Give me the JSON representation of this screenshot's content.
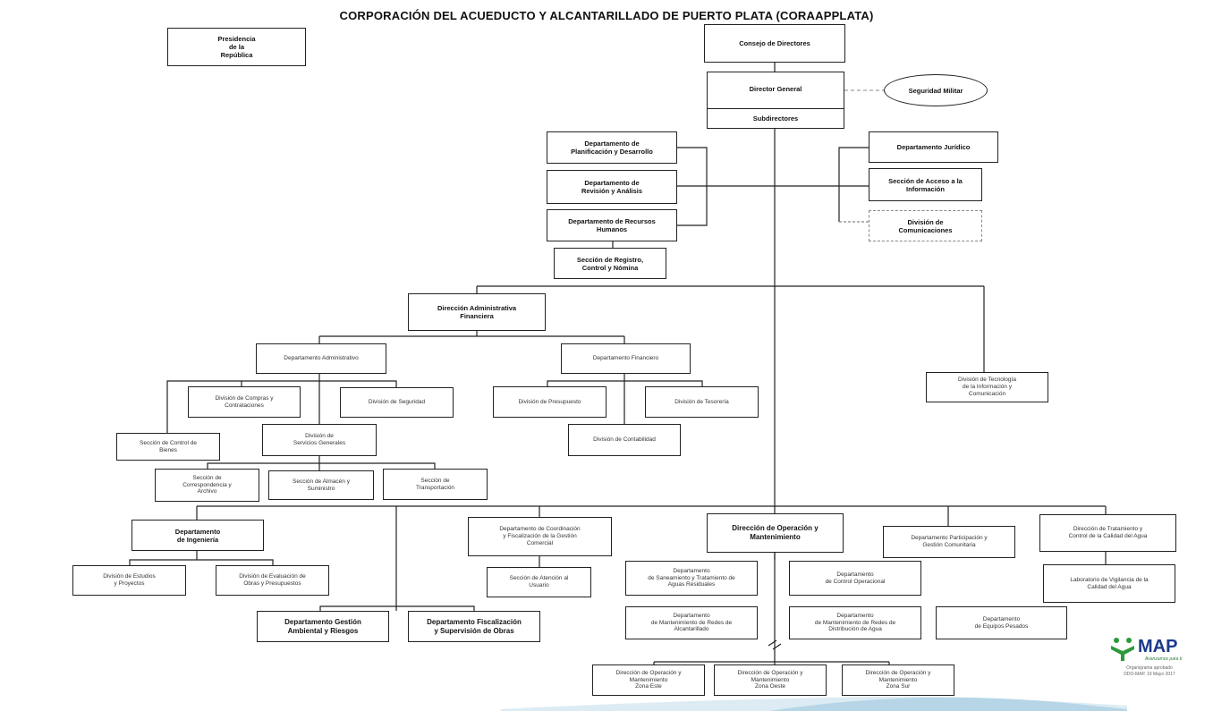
{
  "title": "CORPORACIÓN DEL ACUEDUCTO Y ALCANTARILLADO DE PUERTO PLATA (CORAAPPLATA)",
  "boxes": {
    "presidencia": "Presidencia\nde la\nRepública",
    "consejo": "Consejo de Directores",
    "director": "Director General",
    "subdirectores": "Subdirectores",
    "seguridad_militar": "Seguridad Militar",
    "planificacion": "Departamento de\nPlanificación y Desarrollo",
    "revision": "Departamento de\nRevisión y Análisis",
    "rrhh": "Departamento de Recursos\nHumanos",
    "registro": "Sección de Registro,\nControl y Nómina",
    "juridico": "Departamento Jurídico",
    "acceso_info": "Sección de Acceso a la\nInformación",
    "comunicaciones": "División de\nComunicaciones",
    "dir_admin": "Dirección Administrativa\nFinanciera",
    "dep_admin": "Departamento Administrativo",
    "dep_fin": "Departamento Financiero",
    "div_tic": "División de Tecnología\nde la Información y\nComunicación",
    "compras": "División de Compras y\nContrataciones",
    "seguridad": "División de Seguridad",
    "presupuesto": "División de Presupuesto",
    "tesoreria": "División de Tesorería",
    "contabilidad": "División de Contabilidad",
    "control_bienes": "Sección de Control de\nBienes",
    "serv_generales": "División de\nServicios Generales",
    "correspondencia": "Sección de\nCorrespondencia y\nArchivo",
    "almacen": "Sección de Almacén y\nSuministro",
    "transportacion": "Sección de\nTransportación",
    "ingenieria": "Departamento\nde Ingeniería",
    "estudios": "División de Estudios\ny Proyectos",
    "evaluacion": "División de Evaluación de\nObras y Presupuestos",
    "gestion_ambiental": "Departamento Gestión\nAmbiental y Riesgos",
    "fiscalizacion": "Departamento Fiscalización\ny Supervisión de Obras",
    "coord_comercial": "Departamento de Coordinación\ny Fiscalización de la Gestión\nComercial",
    "atencion_usuario": "Sección de Atención al\nUsuario",
    "dir_operacion": "Dirección de Operación y\nMantenimiento",
    "participacion": "Departamento Participación y\nGestión Comunitaria",
    "tratamiento_calidad": "Dirección de Tratamiento y\nControl de la Calidad del Agua",
    "laboratorio": "Laboratorio de Vigilancia de la\nCalidad del Agua",
    "saneamiento": "Departamento\nde Saneamiento y Tratamiento de\nAguas Residuales",
    "control_operacional": "Departamento\nde Control Operacional",
    "mant_alcantarillado": "Departamento\nde Mantenimiento de Redes de\nAlcantarillado",
    "mant_distribucion": "Departamento\nde Mantenimiento de Redes de\nDistribución de Agua",
    "equipos": "Departamento\nde Equipos Pesados",
    "zona_este": "Dirección de Operación y\nMantenimiento\nZona Este",
    "zona_oeste": "Dirección de Operación y\nMantenimiento\nZona Oeste",
    "zona_sur": "Dirección de Operación y\nMantenimiento\nZona Sur"
  },
  "logo": {
    "text": "MAP",
    "tagline": "Avanzamos para ti",
    "note": "Organigrama aprobado\nDDO-MAP, 19 Mayo 2017"
  },
  "colors": {
    "line": "#222222",
    "dashed": "#888888",
    "logo_blue": "#1a3a8a",
    "logo_green": "#2a9a3a"
  }
}
